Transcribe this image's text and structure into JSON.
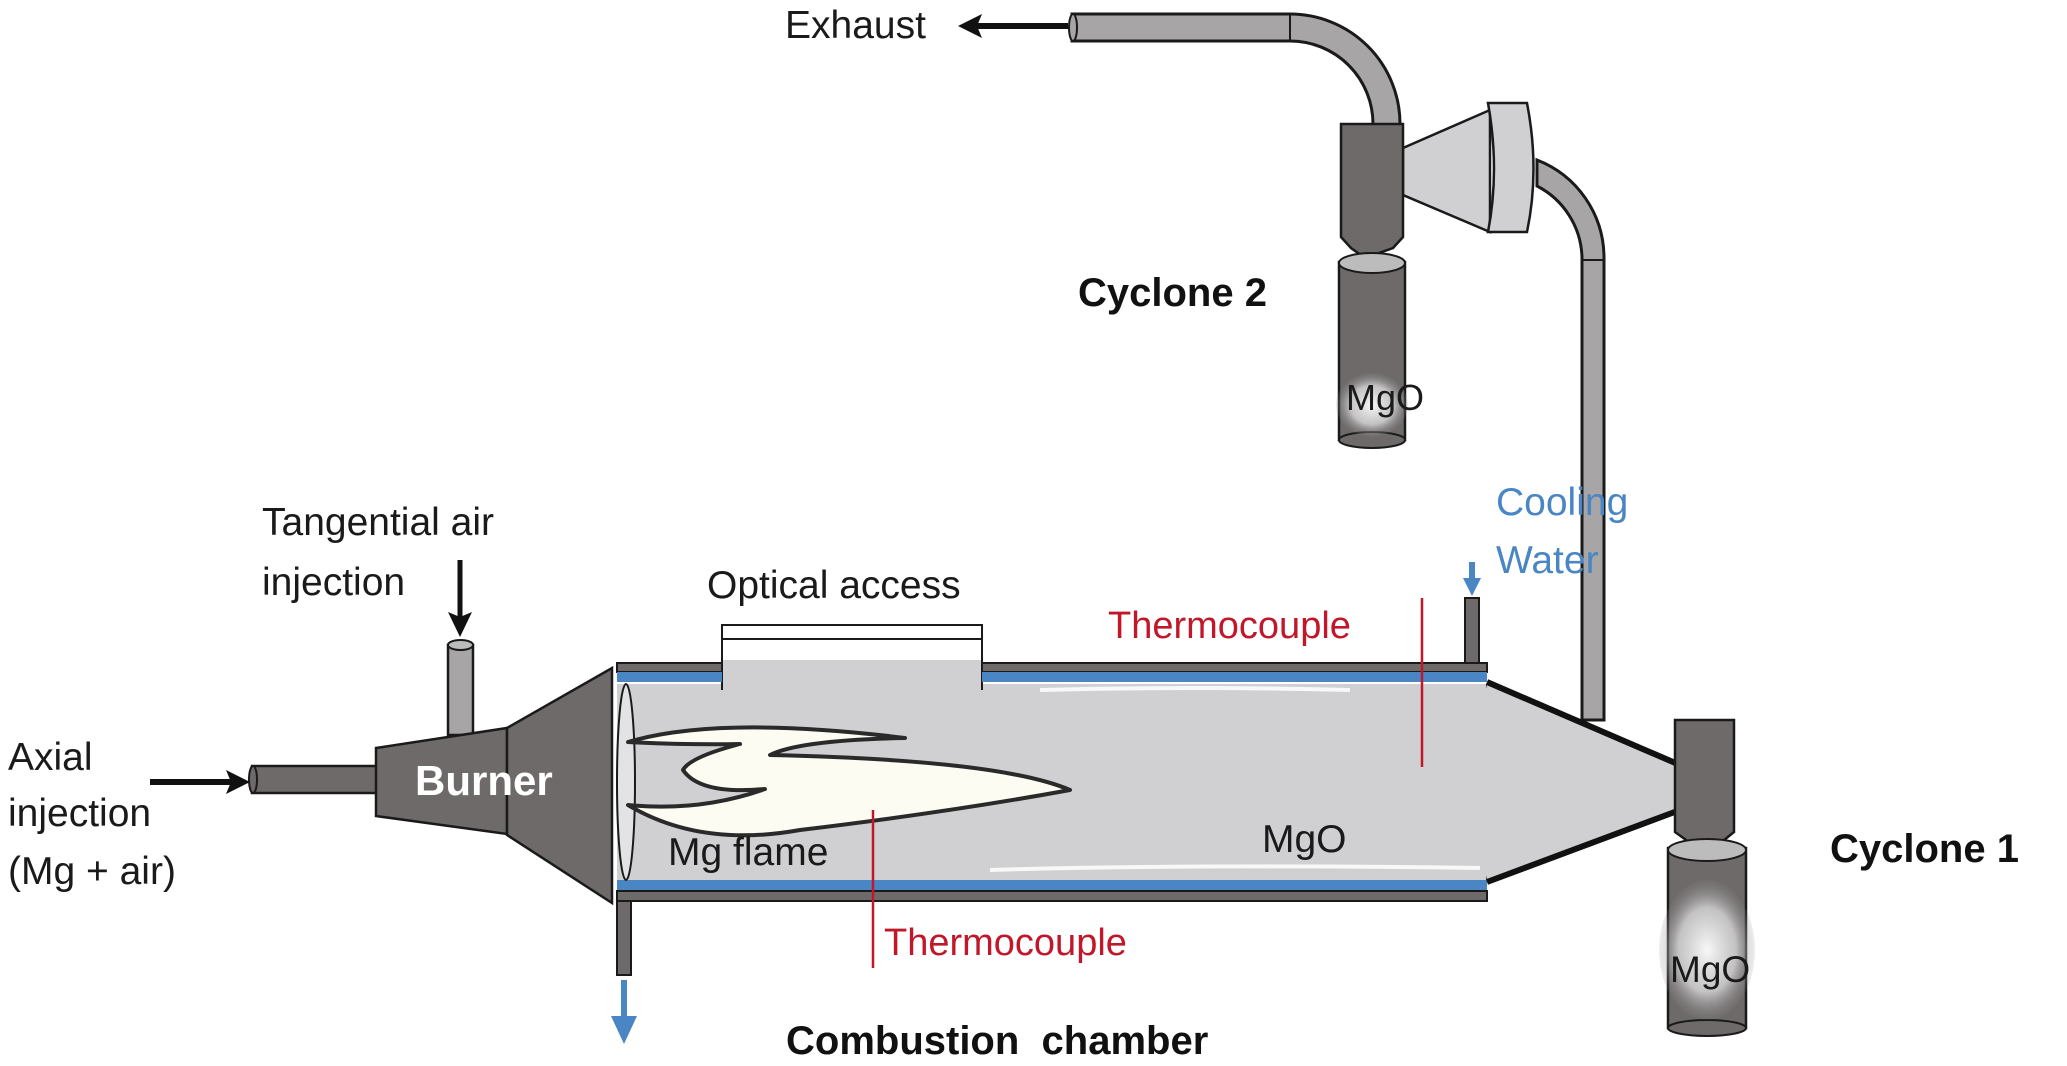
{
  "diagram": {
    "subject": "Magnesium combustion test rig with cyclone MgO collection",
    "colors": {
      "dark_metal": "#6e6a6a",
      "light_metal": "#d0d0d2",
      "pipe": "#a8a5a6",
      "cooling_water": "#4a86c4",
      "thermocouple": "#c0182a",
      "flame_fill": "#fdfcf2"
    },
    "labels": {
      "exhaust": "Exhaust",
      "cyclone_2": "Cyclone 2",
      "cyclone_1": "Cyclone 1",
      "mgo_cyclone_2": "MgO",
      "mgo_cyclone_1": "MgO",
      "mgo_chamber": "MgO",
      "tangential_line1": "Tangential air",
      "tangential_line2": "injection",
      "axial_line1": "Axial",
      "axial_line2": "injection",
      "axial_line3": "(Mg + air)",
      "burner": "Burner",
      "optical_access": "Optical access",
      "thermocouple_top": "Thermocouple",
      "thermocouple_bottom": "Thermocouple",
      "cooling_line1": "Cooling",
      "cooling_line2": "Water",
      "mg_flame": "Mg flame",
      "combustion_chamber": "Combustion  chamber"
    },
    "icons": {
      "exhaust_arrow": "arrow-left-icon",
      "tangential_arrow": "arrow-down-icon",
      "axial_arrow": "arrow-right-icon",
      "cooling_in_arrow": "arrow-down-icon",
      "cooling_out_arrow": "arrow-down-icon"
    }
  }
}
